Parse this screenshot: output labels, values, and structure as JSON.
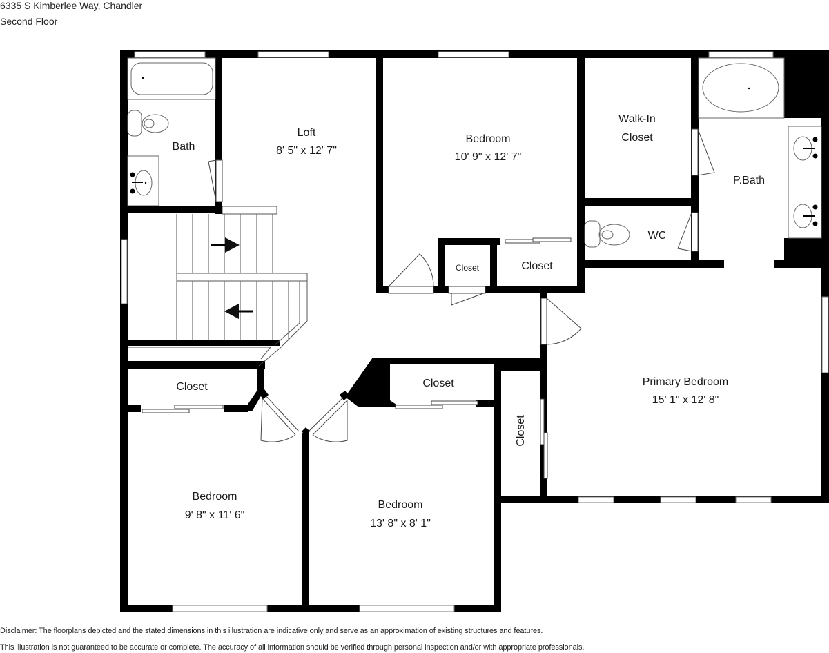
{
  "header": {
    "address": "6335 S Kimberlee Way, Chandler",
    "floor": "Second Floor"
  },
  "rooms": {
    "bath": {
      "name": "Bath"
    },
    "loft": {
      "name": "Loft",
      "dims": "8' 5\" x 12' 7\""
    },
    "bedroom_top": {
      "name": "Bedroom",
      "dims": "10' 9\" x 12' 7\""
    },
    "walk_in_closet": {
      "name": "Walk-In",
      "name2": "Closet"
    },
    "p_bath": {
      "name": "P.Bath"
    },
    "wc": {
      "name": "WC"
    },
    "closet_small": {
      "name": "Closet"
    },
    "closet_hall": {
      "name": "Closet"
    },
    "closet_left": {
      "name": "Closet"
    },
    "closet_mid": {
      "name": "Closet"
    },
    "closet_primary": {
      "name": "Closet"
    },
    "primary_bedroom": {
      "name": "Primary Bedroom",
      "dims": "15' 1\" x 12' 8\""
    },
    "bedroom_left": {
      "name": "Bedroom",
      "dims": "9' 8\" x 11' 6\""
    },
    "bedroom_mid": {
      "name": "Bedroom",
      "dims": "13' 8\" x 8' 1\""
    }
  },
  "stairs": {
    "arrow_up": "right-arrow-icon",
    "arrow_down": "left-arrow-icon"
  },
  "disclaimer": {
    "line1": "Disclaimer: The floorplans depicted and the stated dimensions in this illustration are indicative only and serve as an approximation of existing structures and features.",
    "line2": "This illustration is not guaranteed to be accurate or complete. The accuracy of all information should be verified through personal inspection and/or with appropriate professionals."
  },
  "colors": {
    "wall": "#000000",
    "window": "#ffffff",
    "fixture": "#555555"
  }
}
